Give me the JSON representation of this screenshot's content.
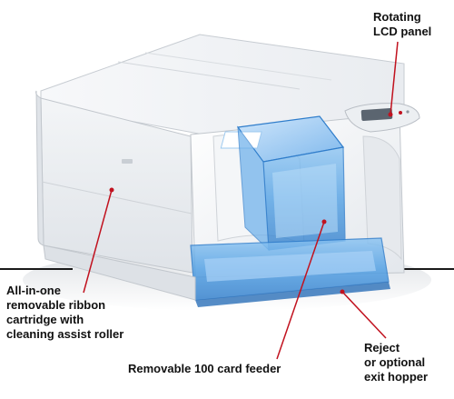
{
  "callouts": {
    "lcd_panel": [
      "Rotating",
      "LCD panel"
    ],
    "ribbon_cartridge": [
      "All-in-one",
      "removable ribbon",
      "cartridge with",
      "cleaning assist roller"
    ],
    "card_feeder": [
      "Removable 100 card feeder"
    ],
    "exit_hopper": [
      "Reject",
      "or optional",
      "exit hopper"
    ]
  },
  "colors": {
    "callout_text": "#111111",
    "leader_line": "#c1121f",
    "printer_body": "#eef1f4",
    "feeder_blue": "#3d8ed8",
    "baseline": "#1a1a1a"
  }
}
